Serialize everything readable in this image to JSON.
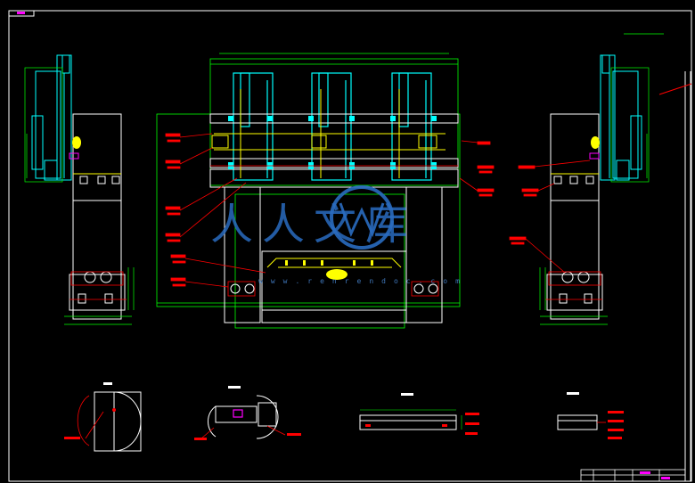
{
  "colors": {
    "background": "#000000",
    "frame": "#ffffff",
    "structure": "#00ff00",
    "cylinder": "#00ffff",
    "guide": "#ffff00",
    "callout": "#ff0000",
    "detail": "#ff00ff",
    "outline": "#ffffff",
    "watermark": "#2a6cc0"
  },
  "watermark": {
    "brand": "人人文库",
    "url": "www.renrendoc.com"
  },
  "icons": {
    "watermark_logo": "renrendoc-logo"
  }
}
